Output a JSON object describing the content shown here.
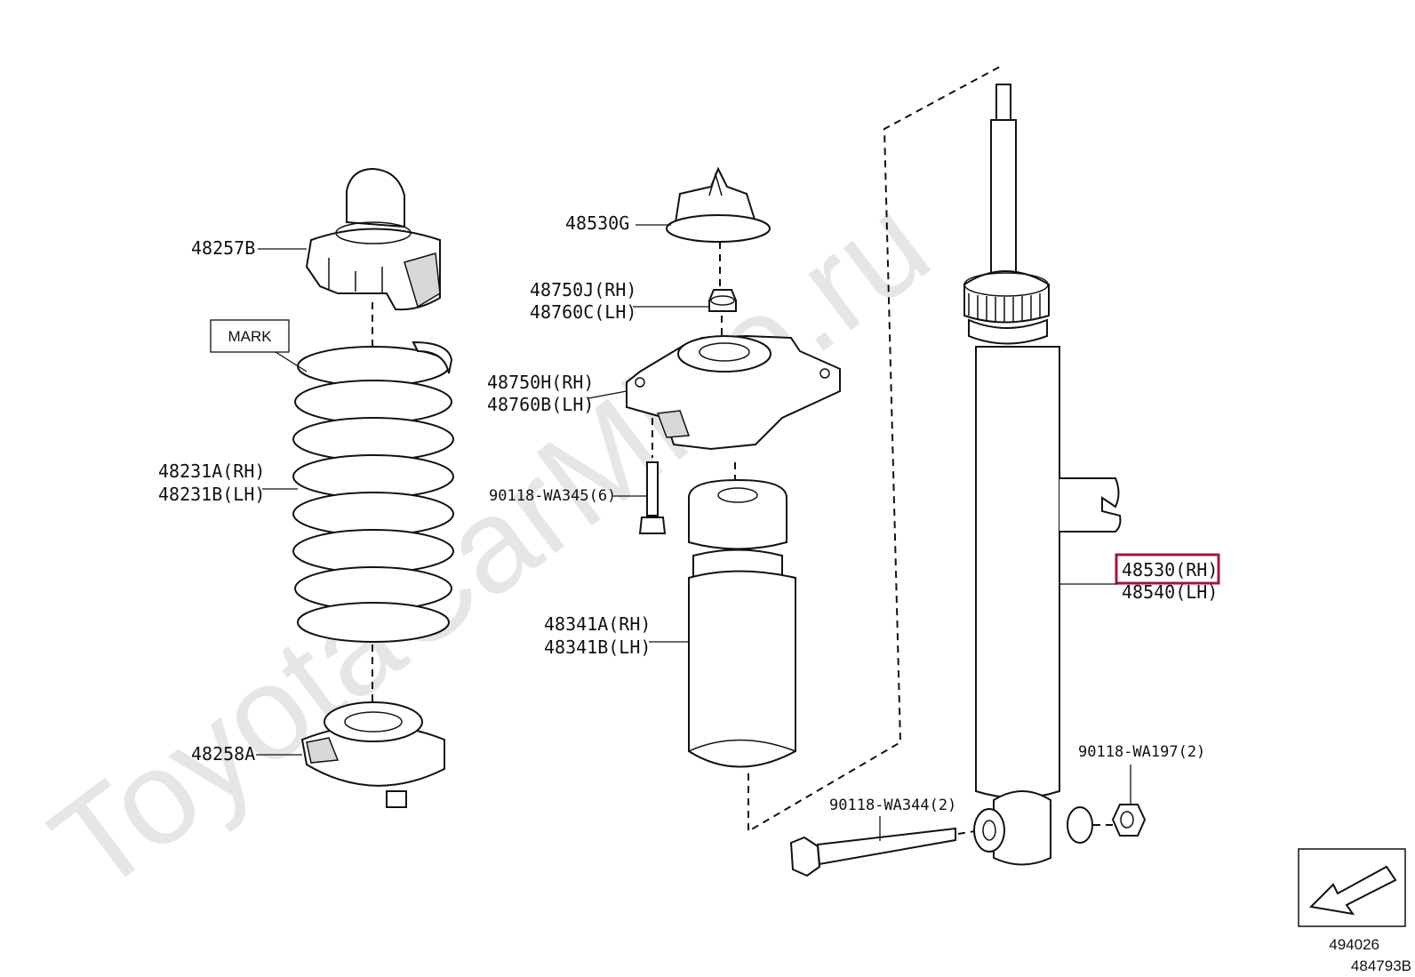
{
  "watermark": "ToyotaCarMine.ru",
  "labels": {
    "part_48257B": "48257B",
    "mark": "MARK",
    "spring_rh": "48231A(RH)",
    "spring_lh": "48231B(LH)",
    "part_48258A": "48258A",
    "part_48530G": "48530G",
    "nut_rh": "48750J(RH)",
    "nut_lh": "48760C(LH)",
    "mount_rh": "48750H(RH)",
    "mount_lh": "48760B(LH)",
    "bolt_90118_WA345": "90118-WA345(6)",
    "bumper_rh": "48341A(RH)",
    "bumper_lh": "48341B(LH)",
    "absorber_rh": "48530(RH)",
    "absorber_lh": "48540(LH)",
    "nut_90118_WA197": "90118-WA197(2)",
    "bolt_90118_WA344": "90118-WA344(2)",
    "ref_1": "494026",
    "ref_2": "484793B"
  },
  "colors": {
    "highlight": "#a0173a",
    "line": "#111111",
    "watermark": "#e6e6e6"
  },
  "icons": {
    "direction": "arrow-down-left-icon"
  }
}
